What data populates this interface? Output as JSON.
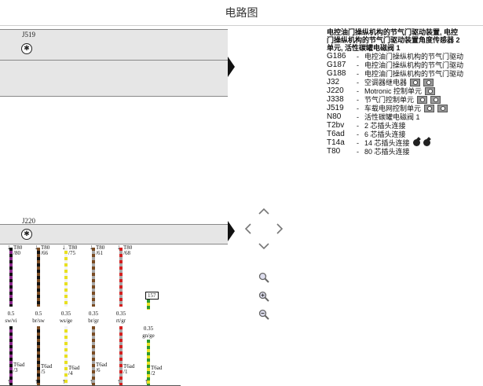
{
  "header": {
    "title": "电路图"
  },
  "modules": [
    {
      "id": "J519"
    },
    {
      "id": "J220"
    }
  ],
  "wires": [
    {
      "pin_top": "T80",
      "pin_top_no": "/80",
      "size": "0.5",
      "color": "sw/vi",
      "pin_bot": "T6ad",
      "pin_bot_no": "/3",
      "stripes": [
        "#111111",
        "#8e2a8e"
      ]
    },
    {
      "pin_top": "T80",
      "pin_top_no": "/66",
      "size": "0.5",
      "color": "br/sw",
      "pin_bot": "T6ad",
      "pin_bot_no": "/5",
      "stripes": [
        "#7a4b22",
        "#111111"
      ]
    },
    {
      "pin_top": "T80",
      "pin_top_no": "/75",
      "size": "0.35",
      "color": "ws/ge",
      "pin_bot": "T6ad",
      "pin_bot_no": "/4",
      "stripes": [
        "#f2f2f2",
        "#e8e020"
      ]
    },
    {
      "pin_top": "T80",
      "pin_top_no": "/61",
      "size": "0.35",
      "color": "br/gr",
      "pin_bot": "T6ad",
      "pin_bot_no": "/6",
      "stripes": [
        "#7a4b22",
        "#a8a8a8"
      ]
    },
    {
      "pin_top": "T80",
      "pin_top_no": "/68",
      "size": "0.35",
      "color": "rt/gr",
      "pin_bot": "T6ad",
      "pin_bot_no": "/1",
      "stripes": [
        "#d42020",
        "#a8a8a8"
      ]
    },
    {
      "size": "0.35",
      "color": "gn/ge",
      "terminal": "157",
      "pin_bot": "T6ad",
      "pin_bot_no": "/2",
      "stripes": [
        "#2e9a2e",
        "#e8e020"
      ]
    }
  ],
  "panel": {
    "heading_lines": [
      "电控油门操纵机构的节气门驱动装置, 电控",
      "门操纵机构的节气门驱动装置角度传感器 2",
      "单元, 活性碳罐电磁阀 1"
    ],
    "legend": [
      {
        "code": "G186",
        "dash": "-",
        "desc": "电控油门操纵机构的节气门驱动",
        "icons": []
      },
      {
        "code": "G187",
        "dash": "-",
        "desc": "电控油门操纵机构的节气门驱动",
        "icons": []
      },
      {
        "code": "G188",
        "dash": "-",
        "desc": "电控油门操纵机构的节气门驱动",
        "icons": []
      },
      {
        "code": "J32",
        "dash": "-",
        "desc": "空调器继电器",
        "icons": [
          "camera-icon",
          "camera-icon"
        ]
      },
      {
        "code": "J220",
        "dash": "-",
        "desc": "Motronic 控制单元",
        "icons": [
          "camera-icon"
        ]
      },
      {
        "code": "J338",
        "dash": "-",
        "desc": "节气门控制单元",
        "icons": [
          "camera-icon",
          "camera-icon"
        ]
      },
      {
        "code": "J519",
        "dash": "-",
        "desc": "车载电网控制单元",
        "icons": [
          "camera-icon",
          "camera-icon"
        ]
      },
      {
        "code": "N80",
        "dash": "-",
        "desc": "活性碳罐电磁阀 1",
        "icons": []
      },
      {
        "code": "T2bv",
        "dash": "-",
        "desc": "2 芯插头连接",
        "icons": []
      },
      {
        "code": "T6ad",
        "dash": "-",
        "desc": "6 芯插头连接",
        "icons": []
      },
      {
        "code": "T14a",
        "dash": "-",
        "desc": "14 芯插头连接",
        "icons": [
          "connector-icon",
          "connector-icon"
        ]
      },
      {
        "code": "T80",
        "dash": "-",
        "desc": "80 芯插头连接",
        "icons": []
      }
    ]
  }
}
